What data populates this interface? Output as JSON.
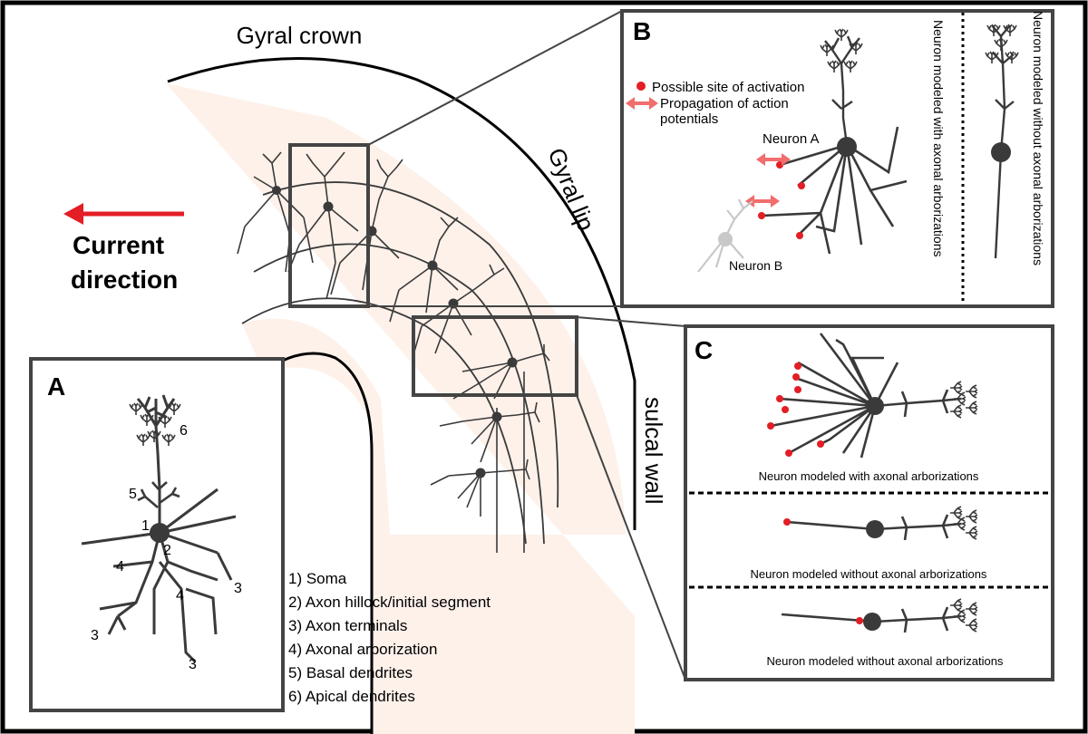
{
  "colors": {
    "frame": "#000000",
    "panel_border": "#444444",
    "neuron": "#3a3a3a",
    "cortex_fill": "#fdf1ea",
    "activation_site": "#e31e24",
    "propagation_arrow": "#f26d6d",
    "current_arrow": "#e31e24",
    "neuron_b": "#c8c8c8"
  },
  "brain": {
    "gyral_crown": "Gyral crown",
    "gyral_lip": "Gyral lip",
    "sulcal_wall": "sulcal wall",
    "current_direction_line1": "Current",
    "current_direction_line2": "direction"
  },
  "panel_a": {
    "letter": "A",
    "markers": {
      "soma": "1",
      "axon_hillock": "2",
      "terminal_left": "3",
      "terminal_bottom": "3",
      "terminal_right": "3",
      "arborization_left": "4",
      "arborization_right": "4",
      "basal": "5",
      "apical": "6"
    },
    "legend": [
      "1) Soma",
      "2) Axon hillock/initial segment",
      "3) Axon terminals",
      "4) Axonal arborization",
      "5) Basal dendrites",
      "6) Apical dendrites"
    ]
  },
  "panel_b": {
    "letter": "B",
    "legend_activation": "Possible site of activation",
    "legend_propagation_line1": "Propagation of action",
    "legend_propagation_line2": "potentials",
    "neuron_a": "Neuron A",
    "neuron_b": "Neuron B",
    "vertical_with": "Neuron modeled with axonal arborizations",
    "vertical_without": "Neuron modeled without axonal arborizations"
  },
  "panel_c": {
    "letter": "C",
    "caption_1": "Neuron modeled with axonal arborizations",
    "caption_2": "Neuron modeled without axonal arborizations",
    "caption_3": "Neuron modeled without axonal arborizations"
  }
}
